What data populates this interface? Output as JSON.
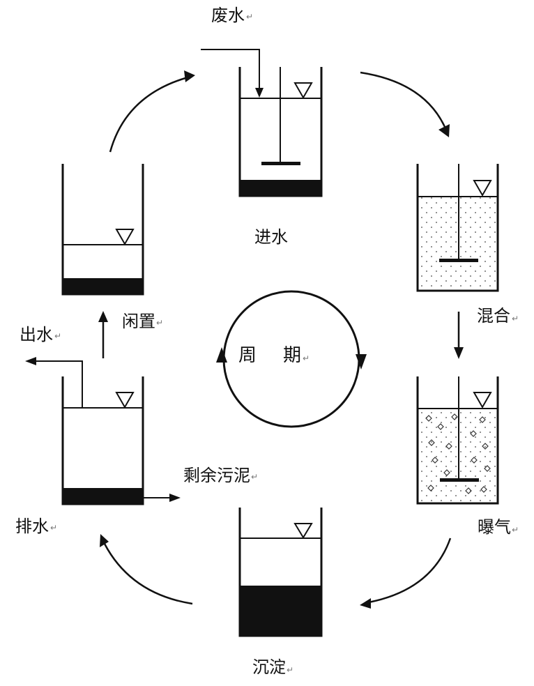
{
  "labels": {
    "wastewater": "废水",
    "fill": "进水",
    "mix": "混合",
    "aerate": "曝气",
    "settle": "沉淀",
    "excess_sludge": "剩余污泥",
    "drain": "排水",
    "effluent": "出水",
    "idle": "闲置"
  },
  "cycle": {
    "char1": "周",
    "char2": "期"
  },
  "paragraph_mark": "↵",
  "colors": {
    "ink": "#111111",
    "background": "#ffffff",
    "mark": "#777777"
  }
}
